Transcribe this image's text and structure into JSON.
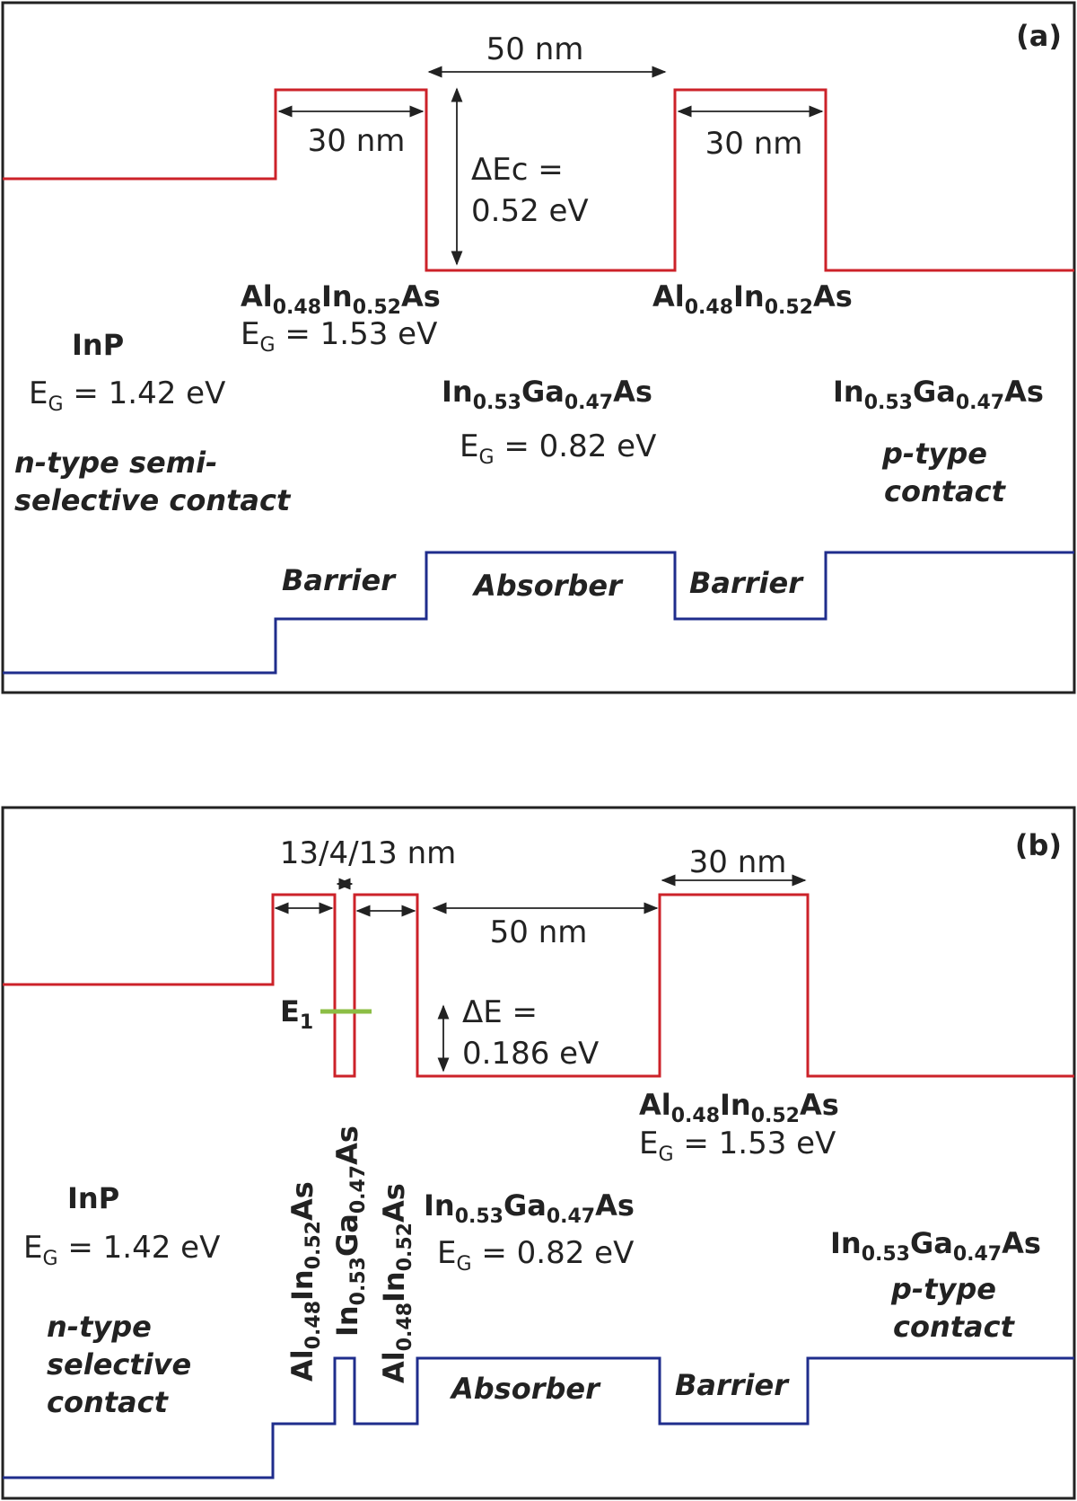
{
  "panel_a": {
    "label": "(a)",
    "dim_50nm": "50 nm",
    "dim_30nm_left": "30 nm",
    "dim_30nm_right": "30 nm",
    "delta_ec_line1": "ΔEc =",
    "delta_ec_line2": "0.52 eV",
    "barrier_left": {
      "main1": "Al",
      "sub1": "0.48",
      "main2": "In",
      "sub2": "0.52",
      "main3": "As"
    },
    "barrier_left_eg": {
      "e": "E",
      "sub": "G",
      "rest": " = 1.53 eV"
    },
    "barrier_right": {
      "main1": "Al",
      "sub1": "0.48",
      "main2": "In",
      "sub2": "0.52",
      "main3": "As"
    },
    "inp_name": "InP",
    "inp_eg": {
      "e": "E",
      "sub": "G",
      "rest": " = 1.42 eV"
    },
    "n_contact_line1": "n-type semi-",
    "n_contact_line2": "selective contact",
    "absorber_material": {
      "main1": "In",
      "sub1": "0.53",
      "main2": "Ga",
      "sub2": "0.47",
      "main3": "As"
    },
    "absorber_eg": {
      "e": "E",
      "sub": "G",
      "rest": " = 0.82 eV"
    },
    "p_material": {
      "main1": "In",
      "sub1": "0.53",
      "main2": "Ga",
      "sub2": "0.47",
      "main3": "As"
    },
    "p_contact_line1": "p-type",
    "p_contact_line2": "contact",
    "barrier_label_left": "Barrier",
    "absorber_label": "Absorber",
    "barrier_label_right": "Barrier"
  },
  "panel_b": {
    "label": "(b)",
    "dim_13_4_13": "13/4/13 nm",
    "dim_30nm": "30 nm",
    "dim_50nm": "50 nm",
    "e1_main": "E",
    "e1_sub": "1",
    "delta_e_line1": "ΔE =",
    "delta_e_line2": "0.186 eV",
    "barrier_right": {
      "main1": "Al",
      "sub1": "0.48",
      "main2": "In",
      "sub2": "0.52",
      "main3": "As"
    },
    "barrier_right_eg": {
      "e": "E",
      "sub": "G",
      "rest": " = 1.53 eV"
    },
    "inp_name": "InP",
    "inp_eg": {
      "e": "E",
      "sub": "G",
      "rest": " = 1.42 eV"
    },
    "n_contact_line1": "n-type",
    "n_contact_line2": "selective",
    "n_contact_line3": "contact",
    "vert_barrier1": {
      "main1": "Al",
      "sub1": "0.48",
      "main2": "In",
      "sub2": "0.52",
      "main3": "As"
    },
    "vert_well": {
      "main1": "In",
      "sub1": "0.53",
      "main2": "Ga",
      "sub2": "0.47",
      "main3": "As"
    },
    "vert_barrier2": {
      "main1": "Al",
      "sub1": "0.48",
      "main2": "In",
      "sub2": "0.52",
      "main3": "As"
    },
    "absorber_material": {
      "main1": "In",
      "sub1": "0.53",
      "main2": "Ga",
      "sub2": "0.47",
      "main3": "As"
    },
    "absorber_eg": {
      "e": "E",
      "sub": "G",
      "rest": " = 0.82 eV"
    },
    "p_material": {
      "main1": "In",
      "sub1": "0.53",
      "main2": "Ga",
      "sub2": "0.47",
      "main3": "As"
    },
    "p_contact_line1": "p-type",
    "p_contact_line2": "contact",
    "absorber_label": "Absorber",
    "barrier_label": "Barrier"
  },
  "colors": {
    "conduction_band": "#cc2229",
    "valence_band": "#1f2d8c",
    "energy_level": "#8cbe45"
  }
}
